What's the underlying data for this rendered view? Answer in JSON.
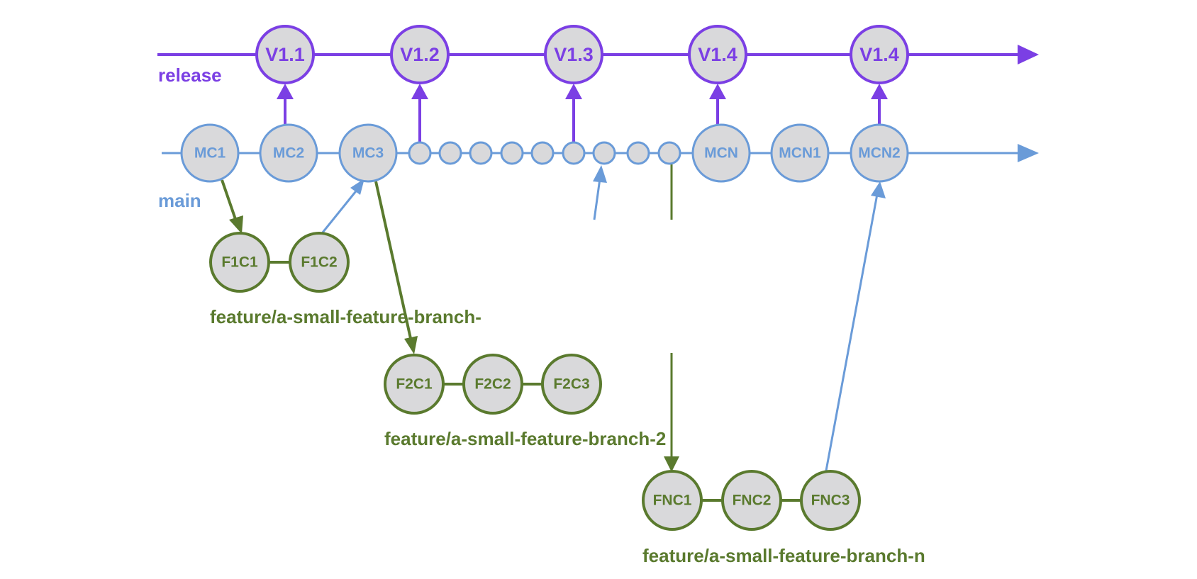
{
  "colors": {
    "release": "#7B3FE4",
    "main": "#6A9BD8",
    "feature": "#5A7A2E",
    "node_fill": "#D9D9DB"
  },
  "lanes": {
    "release_label": "release",
    "main_label": "main"
  },
  "release_nodes": [
    "V1.1",
    "V1.2",
    "V1.3",
    "V1.4",
    "V1.4"
  ],
  "main_nodes": {
    "first": [
      "MC1",
      "MC2",
      "MC3"
    ],
    "last": [
      "MCN",
      "MCN1",
      "MCN2"
    ],
    "ellipsis_dot_count": 9
  },
  "features": [
    {
      "branch": "feature/a-small-feature-branch-",
      "commits": [
        "F1C1",
        "F1C2"
      ]
    },
    {
      "branch": "feature/a-small-feature-branch-2",
      "commits": [
        "F2C1",
        "F2C2",
        "F2C3"
      ]
    },
    {
      "branch": "feature/a-small-feature-branch-n",
      "commits": [
        "FNC1",
        "FNC2",
        "FNC3"
      ]
    }
  ]
}
